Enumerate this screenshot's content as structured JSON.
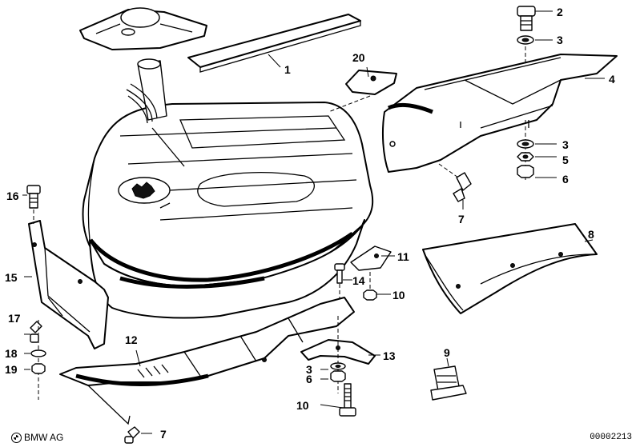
{
  "diagram": {
    "callouts": [
      {
        "id": "c1",
        "label": "1"
      },
      {
        "id": "c2",
        "label": "2"
      },
      {
        "id": "c3a",
        "label": "3"
      },
      {
        "id": "c4",
        "label": "4"
      },
      {
        "id": "c3b",
        "label": "3"
      },
      {
        "id": "c5",
        "label": "5"
      },
      {
        "id": "c6a",
        "label": "6"
      },
      {
        "id": "c7a",
        "label": "7"
      },
      {
        "id": "c8",
        "label": "8"
      },
      {
        "id": "c9",
        "label": "9"
      },
      {
        "id": "c10a",
        "label": "10"
      },
      {
        "id": "c10b",
        "label": "10"
      },
      {
        "id": "c11",
        "label": "11"
      },
      {
        "id": "c12",
        "label": "12"
      },
      {
        "id": "c13",
        "label": "13"
      },
      {
        "id": "c14",
        "label": "14"
      },
      {
        "id": "c15",
        "label": "15"
      },
      {
        "id": "c16",
        "label": "16"
      },
      {
        "id": "c17",
        "label": "17"
      },
      {
        "id": "c18",
        "label": "18"
      },
      {
        "id": "c19",
        "label": "19"
      },
      {
        "id": "c20",
        "label": "20"
      },
      {
        "id": "c3c",
        "label": "3"
      },
      {
        "id": "c6b",
        "label": "6"
      },
      {
        "id": "c7b",
        "label": "7"
      }
    ]
  },
  "footer": {
    "brand": "BMW AG",
    "drawing_number": "00002213"
  }
}
